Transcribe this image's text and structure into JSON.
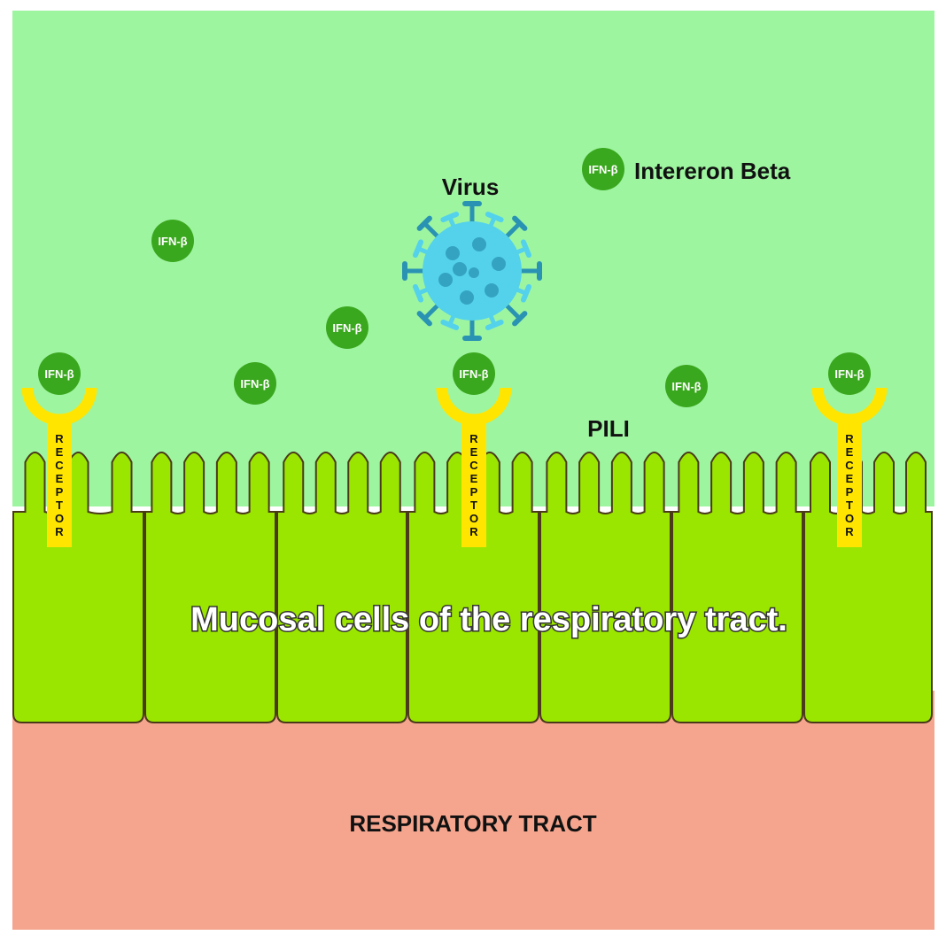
{
  "labels": {
    "virus": "Virus",
    "legend": "Intereron Beta",
    "pili": "PILI",
    "caption": "Mucosal cells of the respiratory tract.",
    "tract": "RESPIRATORY TRACT"
  },
  "molecule_label": "IFN-β",
  "receptor_label": "RECEPTOR",
  "colors": {
    "fluid": "#9ef5a0",
    "cell": "#9be600",
    "tract": "#f5a58e",
    "receptor": "#ffe500",
    "molecule": "#3aa81e",
    "virus_body": "#54d2ec",
    "virus_dark": "#2a93b3",
    "outline": "#4a3a1a"
  },
  "icons": {
    "virus": "coronavirus-icon",
    "molecule": "ifn-beta-molecule-icon",
    "receptor": "y-receptor-icon"
  }
}
